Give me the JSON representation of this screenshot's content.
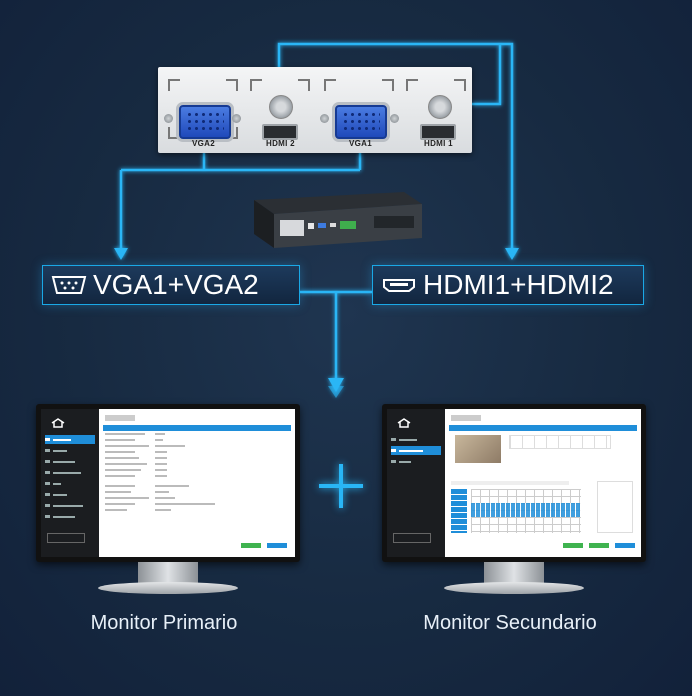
{
  "panel": {
    "ports": [
      {
        "label": "VGA2"
      },
      {
        "label": "HDMI 2"
      },
      {
        "label": "VGA1"
      },
      {
        "label": "HDMI 1"
      }
    ]
  },
  "banners": {
    "vga": "VGA1+VGA2",
    "hdmi": "HDMI1+HDMI2"
  },
  "monitors": {
    "primary": {
      "caption": "Monitor Primario"
    },
    "secondary": {
      "caption": "Monitor Secundario"
    }
  },
  "colors": {
    "background": "#17273c",
    "wire": "#29b6f6",
    "accent": "#1f8ed9"
  }
}
